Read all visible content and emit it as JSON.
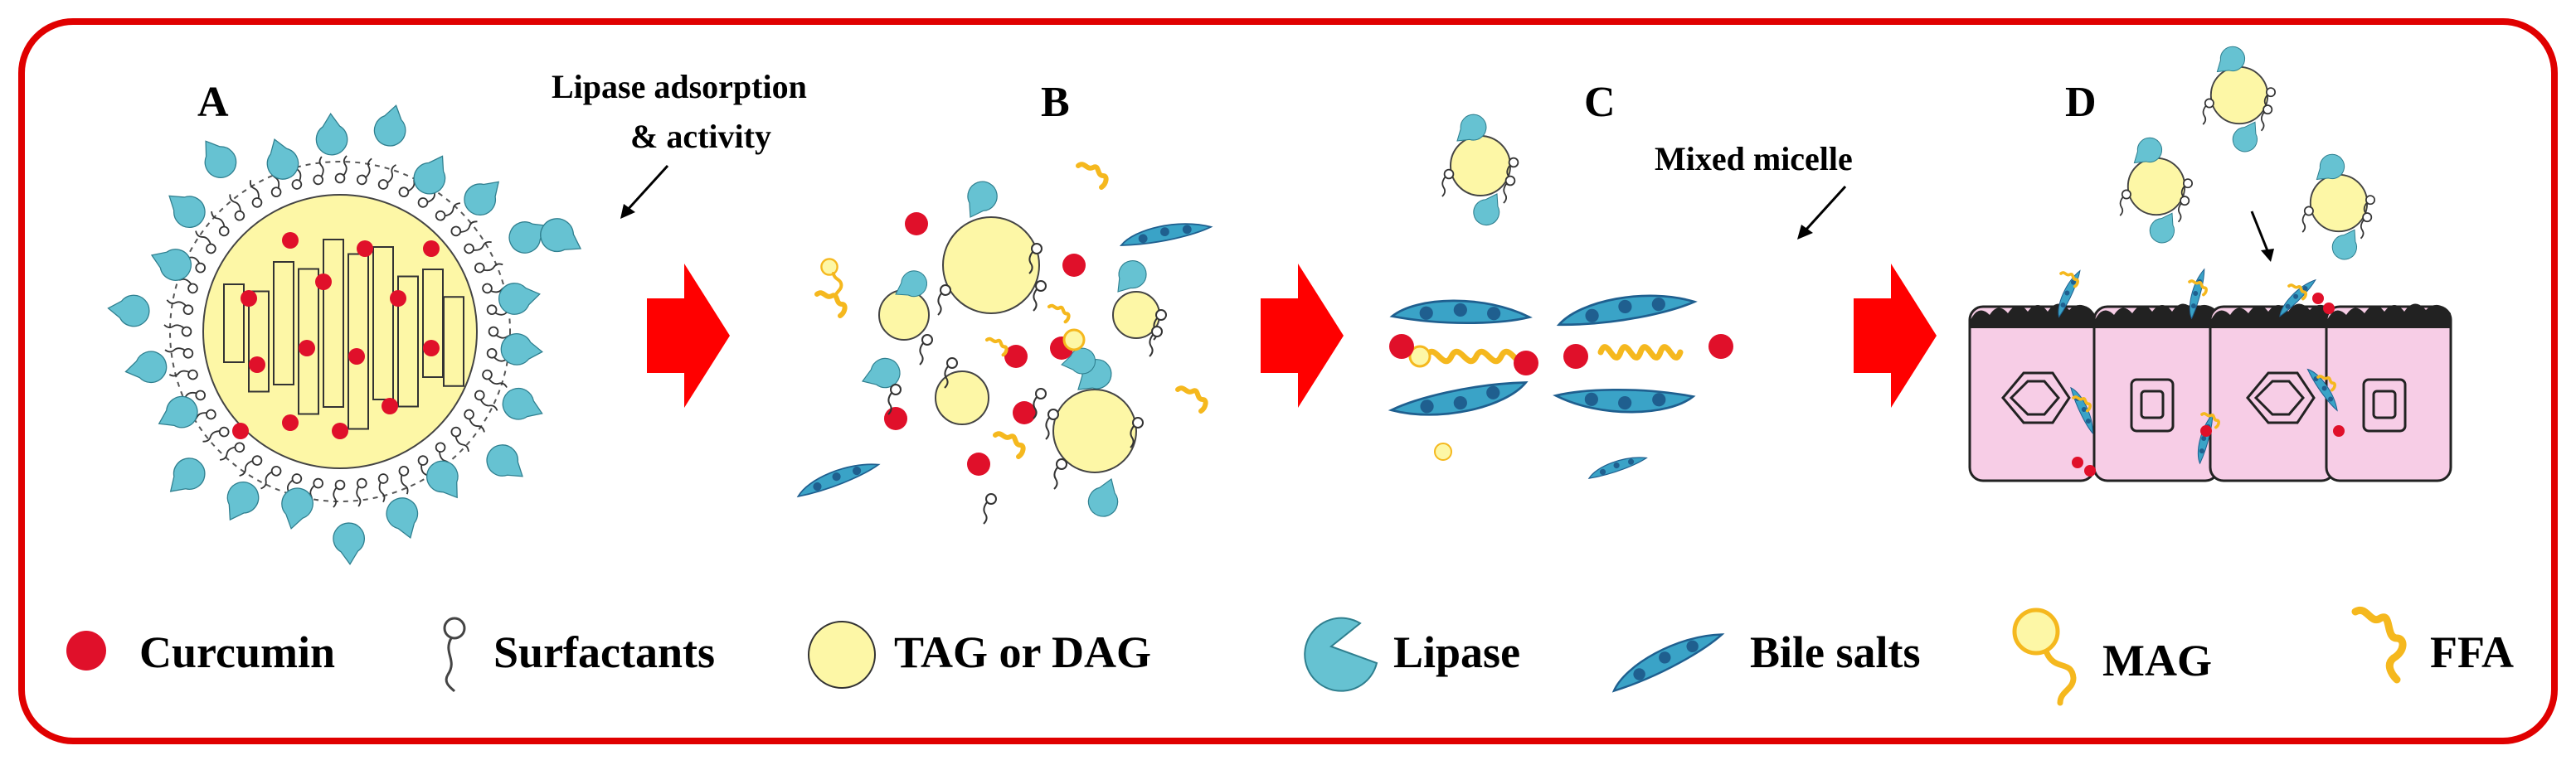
{
  "panels": {
    "A": "A",
    "B": "B",
    "C": "C",
    "D": "D"
  },
  "annotations": {
    "lipase_line1": "Lipase adsorption",
    "lipase_line2": "& activity",
    "mixed_micelle": "Mixed micelle"
  },
  "legend": {
    "curcumin": "Curcumin",
    "surfactants": "Surfactants",
    "tag_dag": "TAG or DAG",
    "lipase": "Lipase",
    "bile_salts": "Bile salts",
    "mag": "MAG",
    "ffa": "FFA"
  },
  "colors": {
    "frame": "#e00000",
    "curcumin": "#e0102a",
    "lipid": "#fdf7a6",
    "lipase": "#66c2d2",
    "bile": "#3aa3c7",
    "bile_dot": "#1f5f8f",
    "ffa": "#f5b81e",
    "cell": "#f7cde6",
    "arrow": "#ff0000"
  }
}
